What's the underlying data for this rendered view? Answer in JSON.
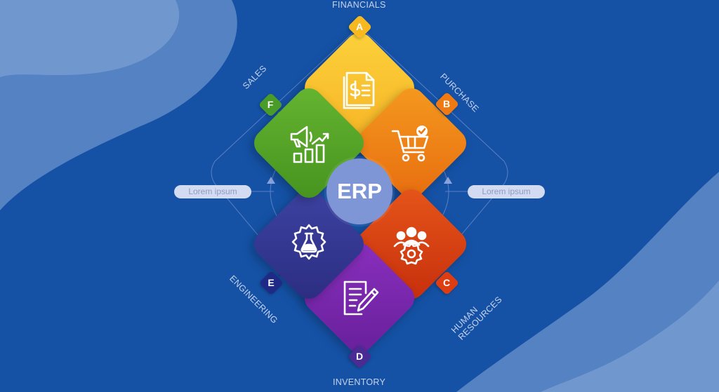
{
  "center": {
    "label": "ERP"
  },
  "modules": [
    {
      "letter": "A",
      "name": "FINANCIALS",
      "color": "#f9c12e",
      "badge_color": "#f7b91f",
      "icon": "invoice-icon"
    },
    {
      "letter": "B",
      "name": "PURCHASE",
      "color": "#ee7b16",
      "badge_color": "#f07a12",
      "icon": "shopping-cart-icon"
    },
    {
      "letter": "C",
      "name": "HUMAN RESOURCES",
      "color": "#d8400f",
      "badge_color": "#de3d12",
      "icon": "team-gear-icon"
    },
    {
      "letter": "D",
      "name": "INVENTORY",
      "color": "#7423a8",
      "badge_color": "#4a2b93",
      "icon": "document-edit-icon"
    },
    {
      "letter": "E",
      "name": "ENGINEERING",
      "color": "#32348f",
      "badge_color": "#1f2a86",
      "icon": "flask-gear-icon"
    },
    {
      "letter": "F",
      "name": "SALES",
      "color": "#54a32b",
      "badge_color": "#4a9b28",
      "icon": "megaphone-growth-icon"
    }
  ],
  "side_labels": {
    "left": "Lorem ipsum",
    "right": "Lorem ipsum"
  },
  "colors": {
    "background": "#1552a6",
    "wave": "#6a93cc",
    "center": "#7f96d6"
  }
}
